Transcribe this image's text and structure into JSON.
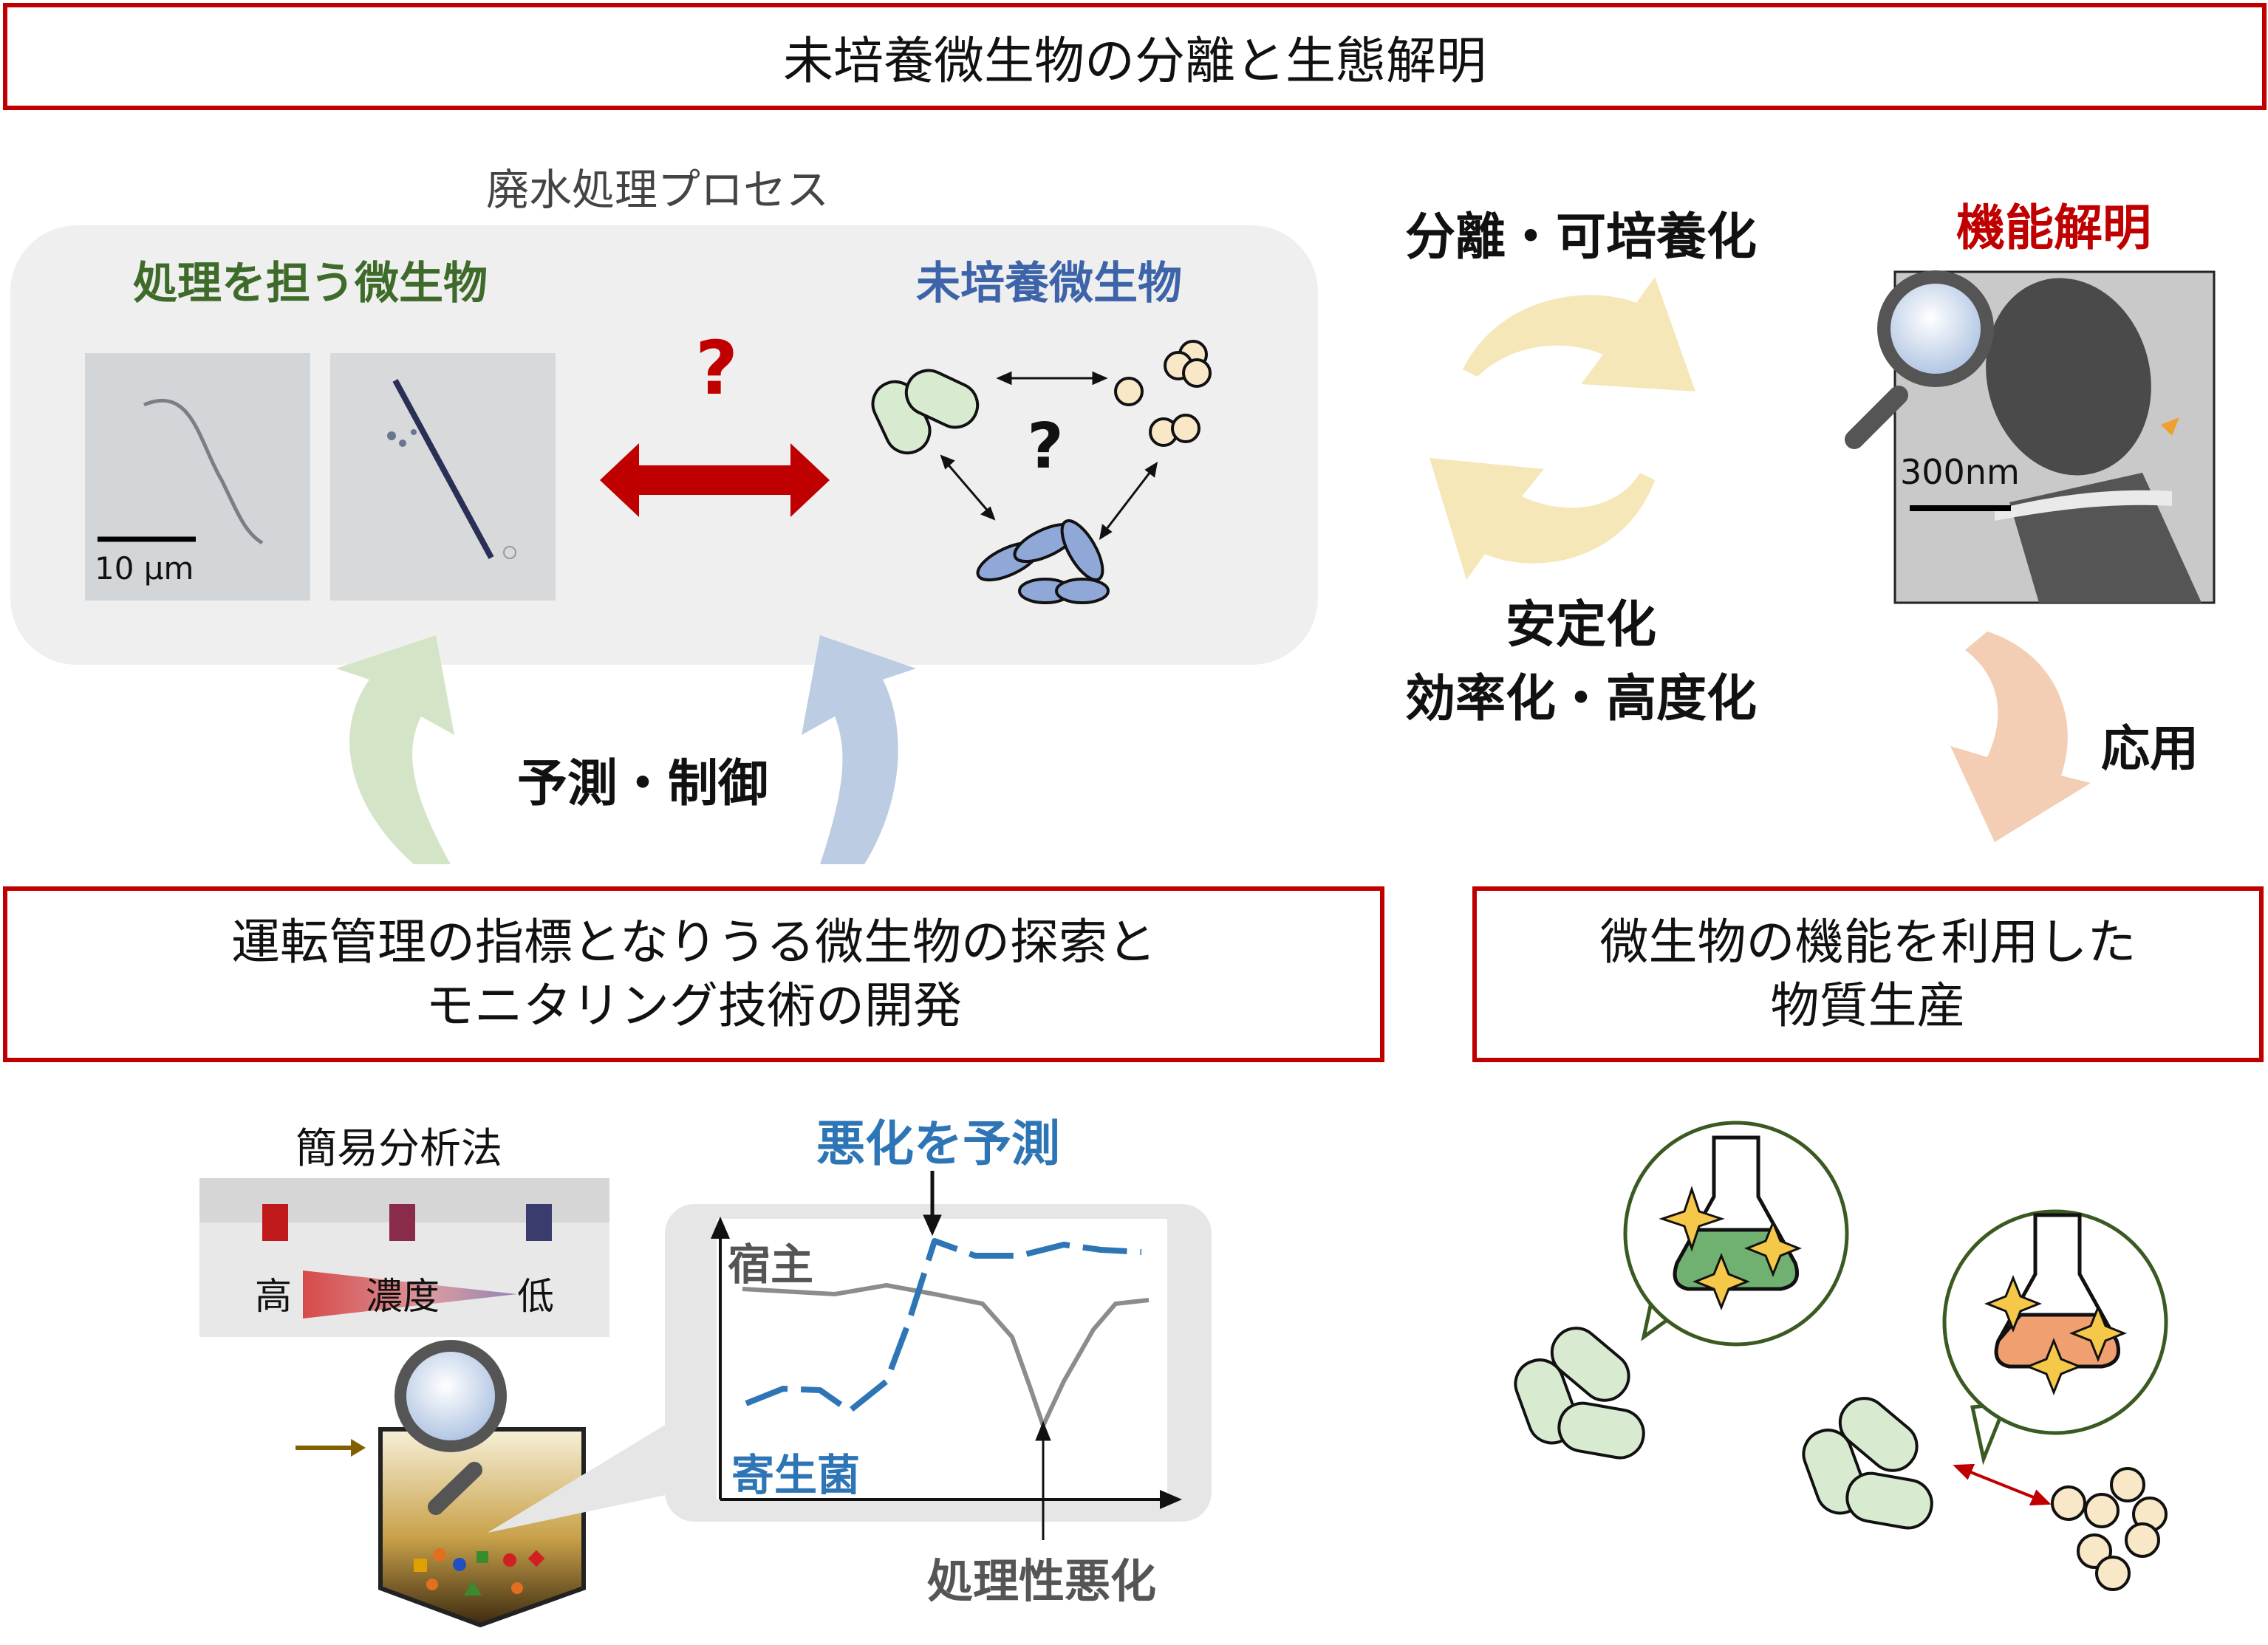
{
  "title": "未培養微生物の分離と生態解明",
  "process": {
    "label": "廃水処理プロセス",
    "treating_microbes": "処理を担う微生物",
    "uncultured_microbes": "未培養微生物",
    "question": "?",
    "question_small": "?",
    "scale_label": "10 μm"
  },
  "cycle": {
    "top": "分離・可培養化",
    "bottom_line1": "安定化",
    "bottom_line2": "効率化・高度化"
  },
  "function": {
    "label": "機能解明",
    "scale_label": "300nm"
  },
  "application": {
    "label": "応用"
  },
  "predict_control": "予測・制御",
  "box_monitoring": {
    "line1": "運転管理の指標となりうる微生物の探索と",
    "line2": "モニタリング技術の開発"
  },
  "box_production": {
    "line1": "微生物の機能を利用した",
    "line2": "物質生産"
  },
  "monitoring": {
    "simple_method": "簡易分析法",
    "conc_high": "高",
    "conc_label": "濃度",
    "conc_low": "低",
    "predict_deterioration": "悪化を予測",
    "host": "宿主",
    "parasite": "寄生菌",
    "deterioration": "処理性悪化"
  },
  "colors": {
    "red": "#c00000",
    "green_text": "#3f6b2a",
    "blue_text": "#3d63a8",
    "blue_line": "#2e75b6",
    "gray_line": "#8c8c8c",
    "green_arrow": "#d4e4c6",
    "blue_arrow": "#bccde3",
    "yellow_arrow": "#f6e7b8",
    "salmon_arrow": "#f3cdb4"
  }
}
